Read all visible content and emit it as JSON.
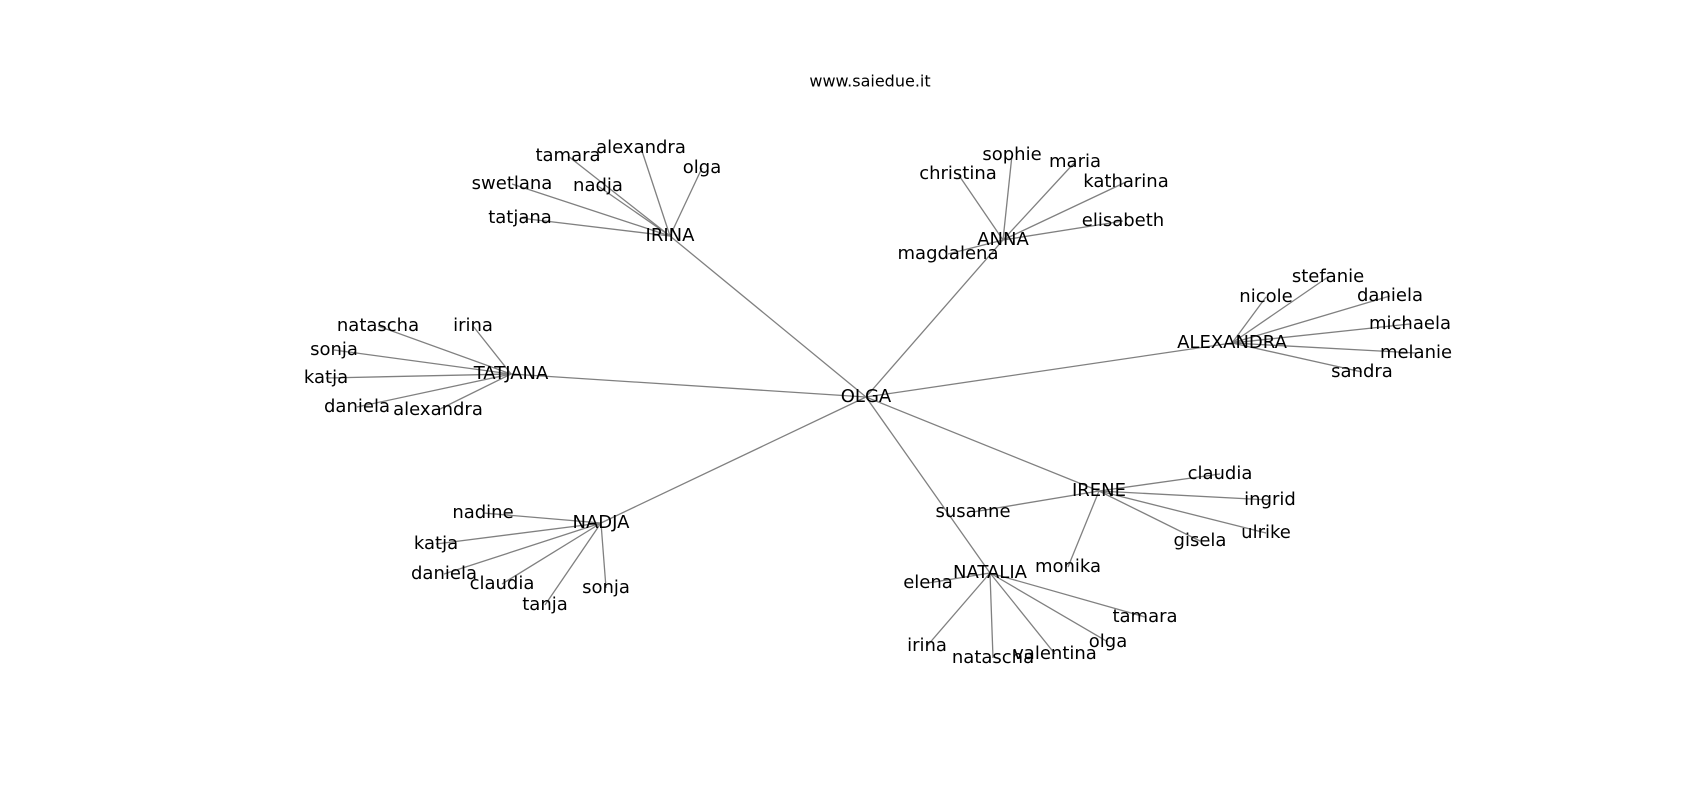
{
  "title": "www.saiedue.it",
  "graph": {
    "center": "OLGA",
    "groups": [
      {
        "name": "IRINA",
        "children": [
          "tamara",
          "alexandra",
          "olga",
          "nadja",
          "swetlana",
          "tatjana"
        ]
      },
      {
        "name": "ANNA",
        "children": [
          "christina",
          "sophie",
          "maria",
          "katharina",
          "elisabeth",
          "magdalena"
        ]
      },
      {
        "name": "ALEXANDRA",
        "children": [
          "nicole",
          "stefanie",
          "daniela",
          "michaela",
          "melanie",
          "sandra"
        ]
      },
      {
        "name": "TATJANA",
        "children": [
          "natascha",
          "irina",
          "sonja",
          "katja",
          "daniela",
          "alexandra"
        ]
      },
      {
        "name": "IRENE",
        "children": [
          "claudia",
          "ingrid",
          "ulrike",
          "gisela",
          "monika",
          "susanne"
        ]
      },
      {
        "name": "NADJA",
        "children": [
          "nadine",
          "katja",
          "daniela",
          "claudia",
          "tanja",
          "sonja"
        ]
      },
      {
        "name": "NATALIA",
        "children": [
          "elena",
          "irina",
          "natascha",
          "valentina",
          "olga",
          "tamara"
        ]
      }
    ]
  }
}
